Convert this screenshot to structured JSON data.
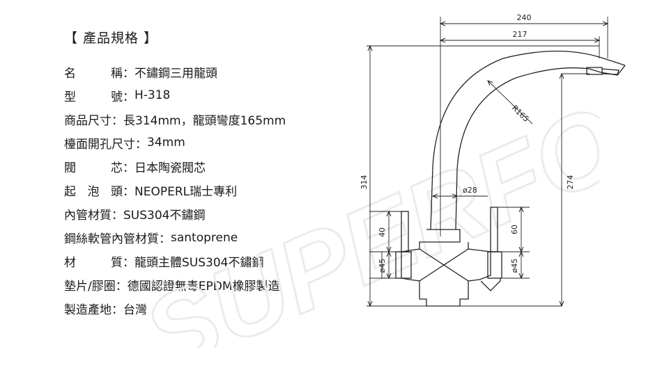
{
  "spec": {
    "title": "【 產品規格 】",
    "rows": [
      {
        "label": "名　　稱",
        "value": "不鏽鋼三用龍頭"
      },
      {
        "label": "型　　號",
        "value": "H-318"
      },
      {
        "label": "商品尺寸",
        "value": "長314mm，龍頭彎度165mm"
      },
      {
        "label": "檯面開孔尺寸",
        "value": "34mm"
      },
      {
        "label": "閥　　芯",
        "value": "日本陶瓷閥芯"
      },
      {
        "label": "起 泡 頭",
        "value": "NEOPERL瑞士專利"
      },
      {
        "label": "內管材質",
        "value": "SUS304不鏽鋼"
      },
      {
        "label": "鋼絲軟管內管材質",
        "value": "santoprene"
      },
      {
        "label": "材　　質",
        "value": "龍頭主體SUS304不鏽鋼"
      },
      {
        "label": "墊片/膠圈",
        "value": "德國認證無毒EPDM橡膠製造"
      },
      {
        "label": "製造產地",
        "value": "台灣"
      }
    ],
    "separator": "："
  },
  "dimensions": {
    "total_width": "240",
    "spout_reach": "217",
    "radius": "R165",
    "pipe_diameter": "ø28",
    "total_height": "314",
    "spout_height": "274",
    "left_handle": "40",
    "right_handle": "60",
    "left_body_dia": "ø45",
    "right_body_dia": "ø45"
  },
  "watermark": {
    "text": "SUPERFORT"
  }
}
